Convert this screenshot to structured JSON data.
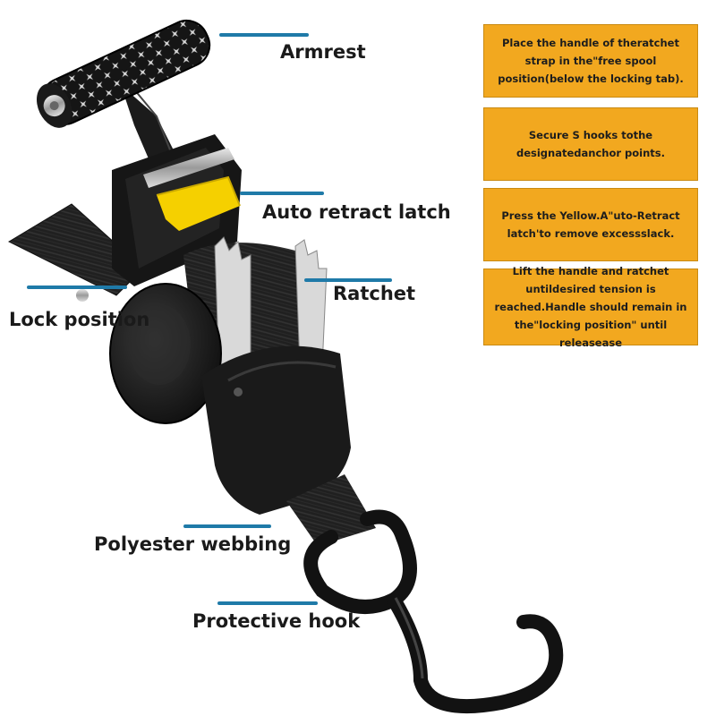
{
  "labels": {
    "armrest": "Armrest",
    "auto_retract_latch": "Auto retract latch",
    "ratchet": "Ratchet",
    "lock_position": "Lock position",
    "polyester_webbing": "Polyester webbing",
    "protective_hook": "Protective hook"
  },
  "steps": [
    {
      "text": "Place the handle of theratchet\nstrap in the\"free spool\nposition(below the locking tab)."
    },
    {
      "text": "Secure S hooks tothe\ndesignatedanchor points."
    },
    {
      "text": "Press the Yellow.A\"uto-Retract\nlatch'to remove excessslack."
    },
    {
      "text": "Lift the handle  and ratchet\nuntildesired tension is\nreached.Handle should remain in\nthe\"locking position\" until releasease"
    }
  ],
  "colors": {
    "callout_line": "#1f7aa8",
    "step_box": "#f2a81f",
    "latch": "#f5d000",
    "body": "#1b1b1b"
  }
}
